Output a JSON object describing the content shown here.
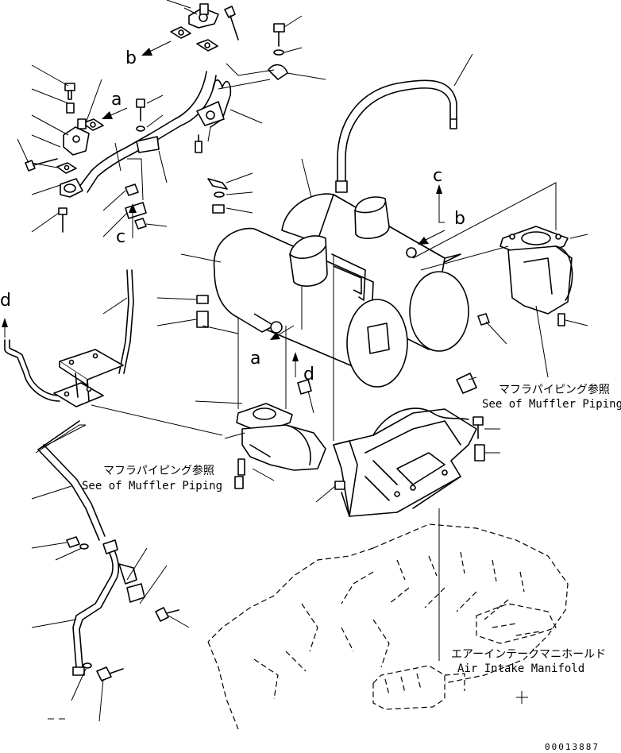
{
  "callouts": {
    "a": "a",
    "b": "b",
    "c": "c",
    "d": "d"
  },
  "references": {
    "muffler_piping_jp": "マフラパイピング参照",
    "muffler_piping_en": "See of Muffler Piping",
    "intake_manifold_jp": "エアーインテークマニホールド",
    "intake_manifold_en": "Air Intake Manifold"
  },
  "document_number": "00013887"
}
